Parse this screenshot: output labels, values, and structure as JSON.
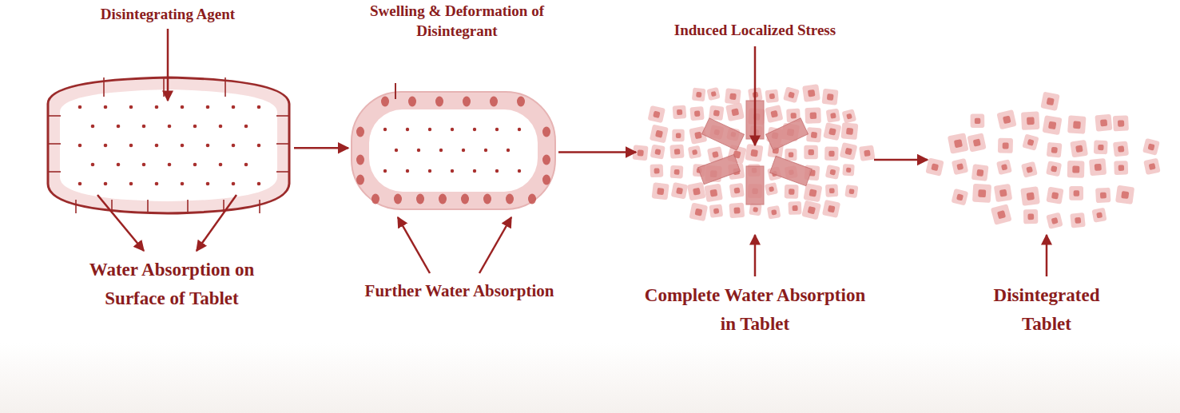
{
  "diagram": {
    "nodes": [
      {
        "text": [
          "Disintegrating Agent",
          "Water Absorption on Surface of Tablet"
        ]
      },
      {
        "text": [
          "Swelling & Deformation of Disintegrant",
          "Further Water Absorption"
        ]
      },
      {
        "text": [
          "Induced Localized Stress",
          "Complete Water Absorption in Tablet"
        ]
      },
      {
        "text": [
          "Disintegrated Tablet"
        ]
      }
    ],
    "edges": [
      {
        "from": 0,
        "to": 1,
        "arrow": "to"
      },
      {
        "from": 1,
        "to": 2,
        "arrow": "to"
      },
      {
        "from": 2,
        "to": 3,
        "arrow": "to"
      }
    ]
  }
}
